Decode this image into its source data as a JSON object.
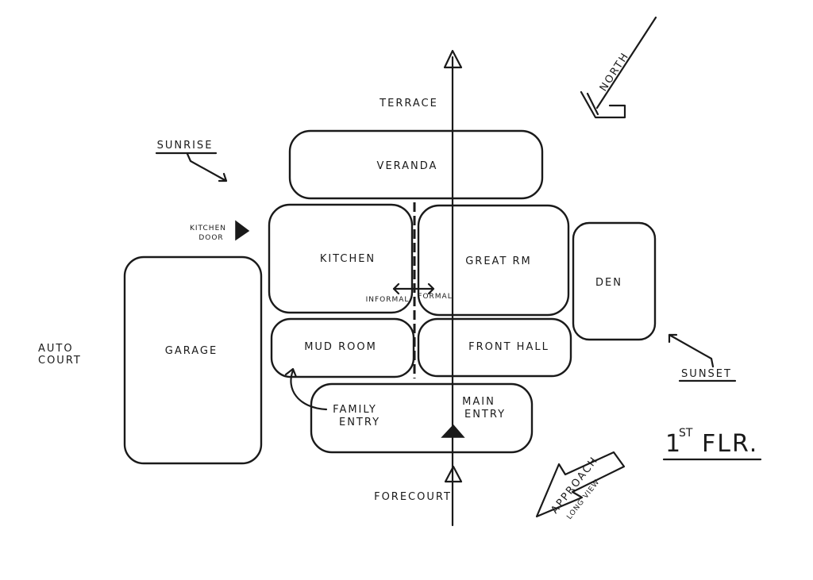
{
  "rooms": {
    "veranda": "VERANDA",
    "kitchen": "KITCHEN",
    "great_rm": "GREAT RM",
    "den": "DEN",
    "garage": "GARAGE",
    "mud_room": "MUD ROOM",
    "front_hall": "FRONT HALL",
    "main_entry_1": "MAIN",
    "main_entry_2": "ENTRY"
  },
  "labels": {
    "terrace": "TERRACE",
    "sunrise": "SUNRISE",
    "kitchen_door_1": "KITCHEN",
    "kitchen_door_2": "DOOR",
    "auto_court_1": "AUTO",
    "auto_court_2": "COURT",
    "informal": "INFORMAL",
    "formal": "FORMAL",
    "family_entry_1": "FAMILY",
    "family_entry_2": "ENTRY",
    "forecourt": "FORECOURT",
    "sunset": "SUNSET",
    "north": "NORTH",
    "approach": "APPROACH",
    "long_view": "LONG VIEW",
    "floor_num": "1",
    "floor_sup": "ST",
    "floor_label": "FLR."
  },
  "colors": {
    "ink": "#1a1a1a",
    "paper": "#ffffff"
  }
}
